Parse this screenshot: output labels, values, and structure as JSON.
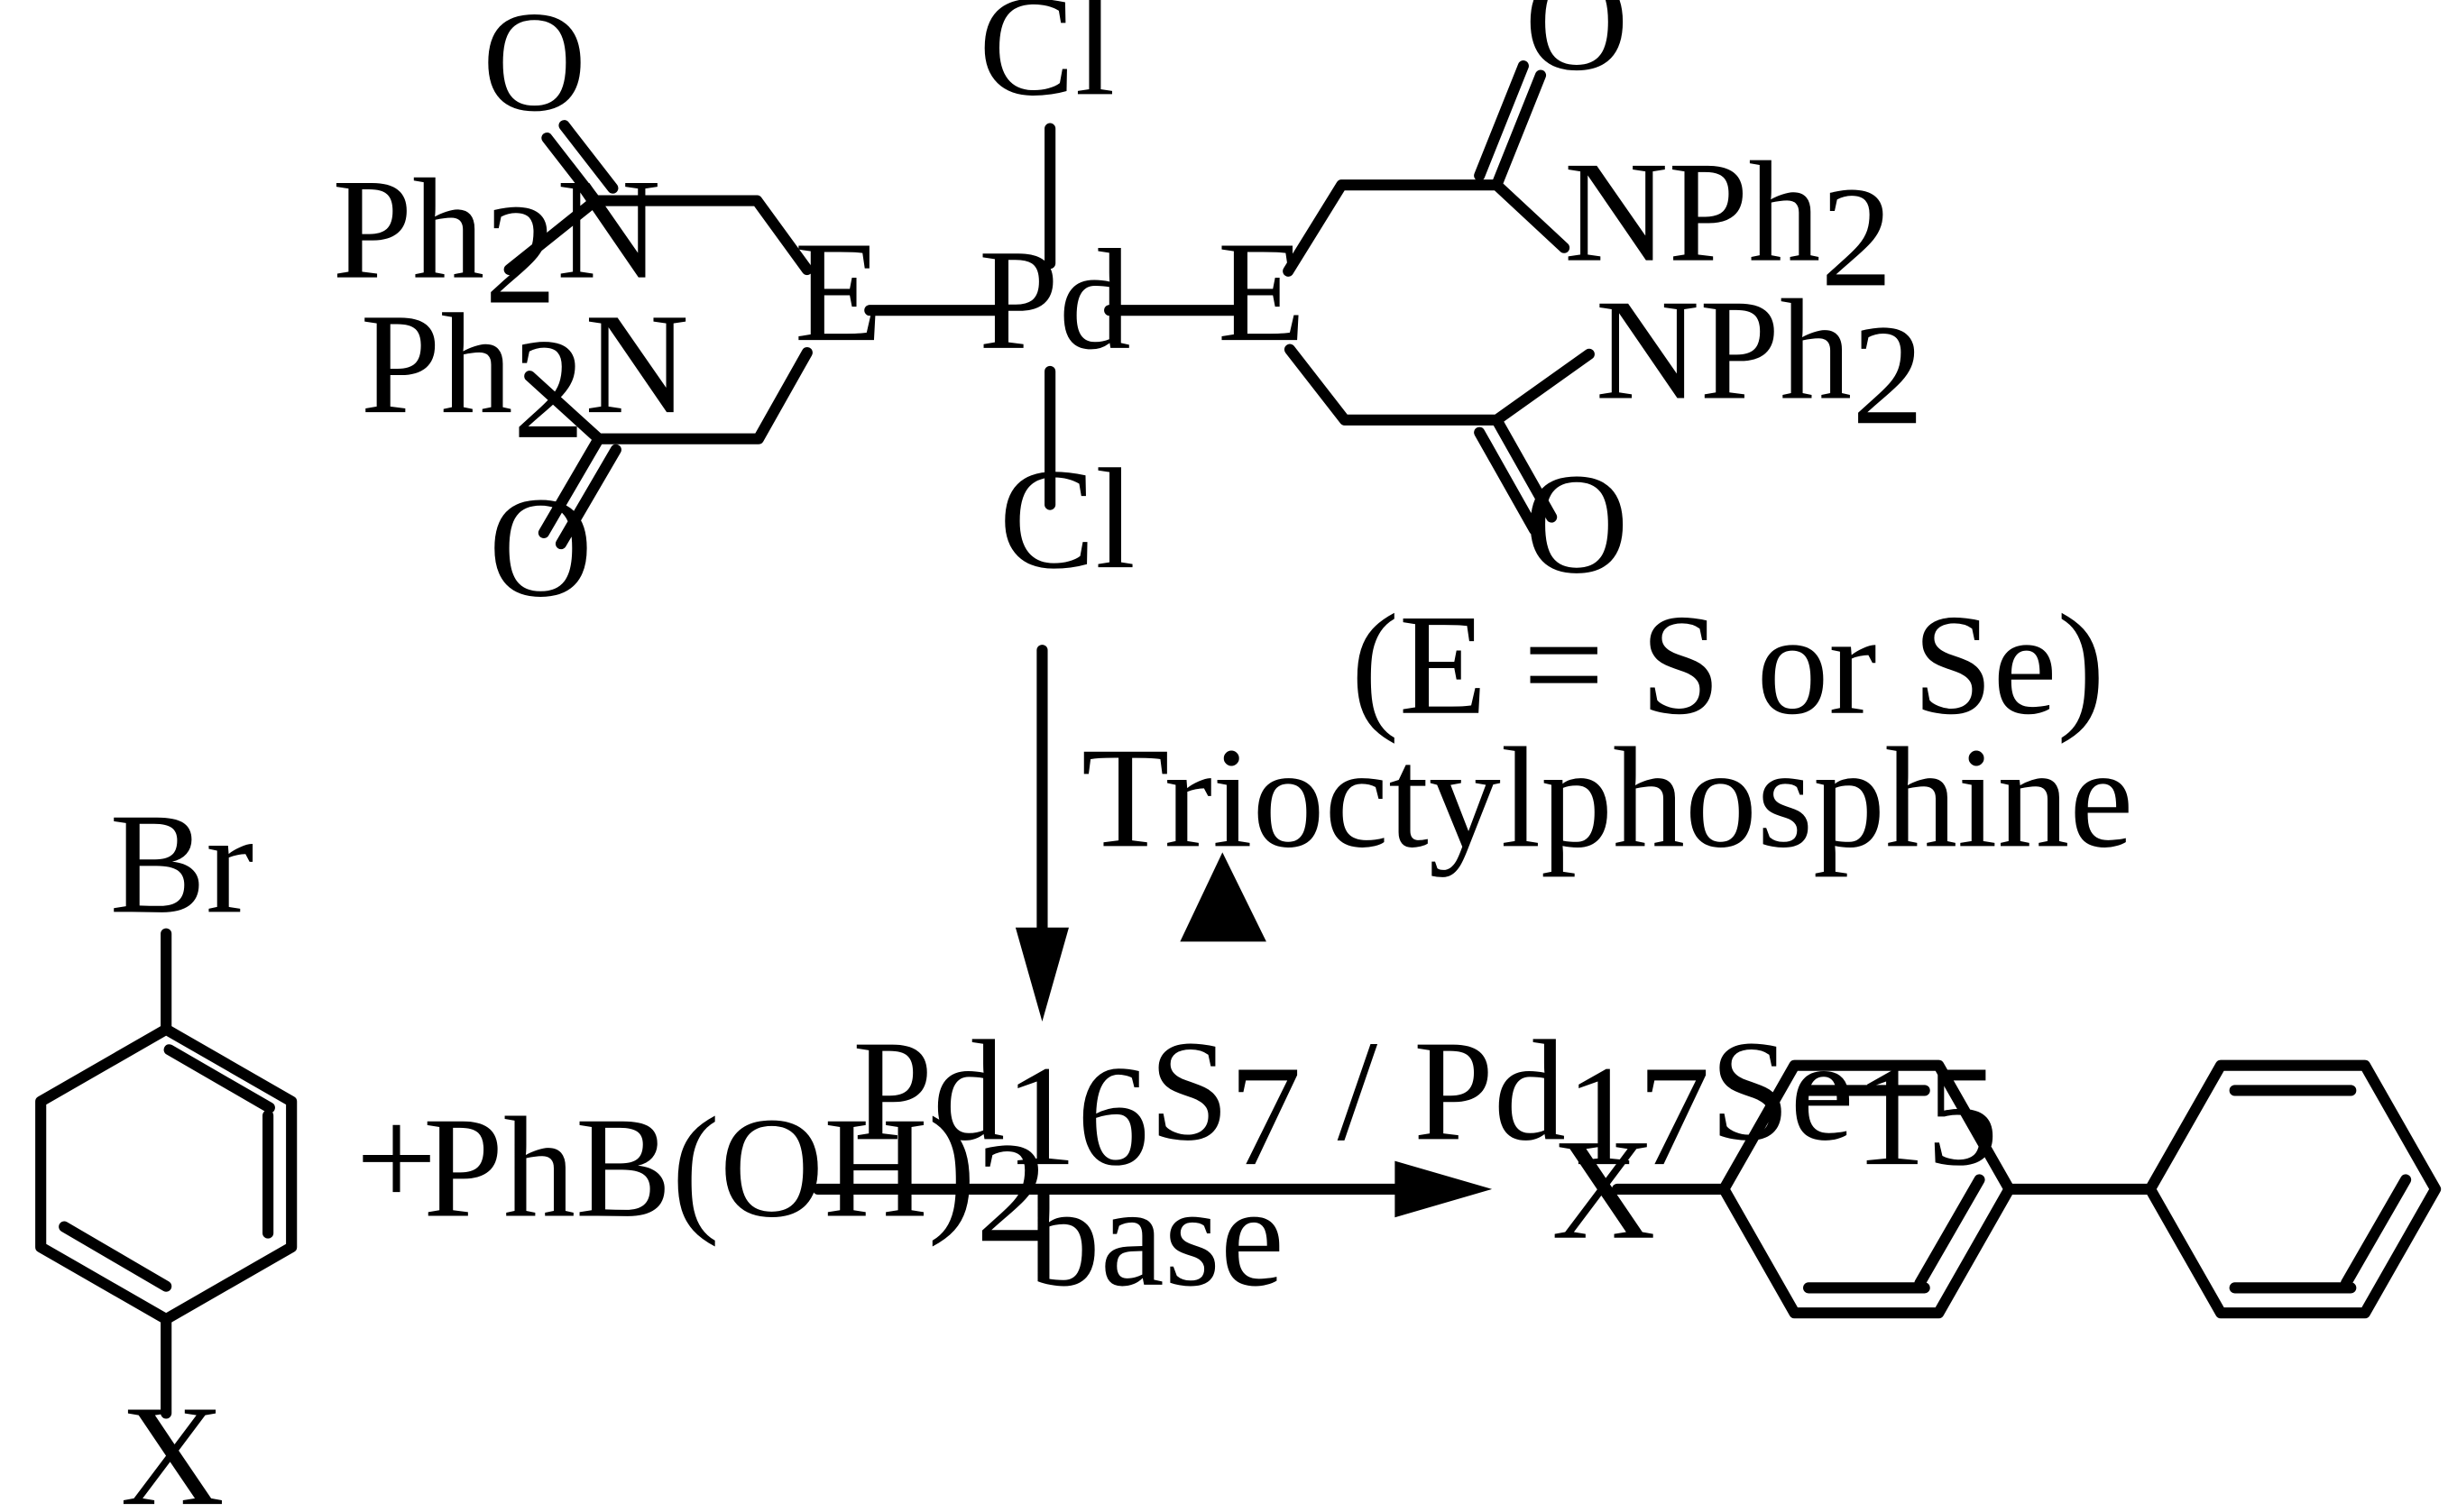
{
  "complex": {
    "cl_top": "Cl",
    "cl_bottom": "Cl",
    "pd": "Pd",
    "e_left": "E",
    "e_right": "E",
    "o": "O",
    "ph": "Ph",
    "two": "2",
    "n": "N",
    "n_ph": "NPh"
  },
  "note": "(E = S  or Se)",
  "step1": {
    "reagent": "Trioctylphosphine",
    "heat": "▲"
  },
  "reaction": {
    "reactant_br": "Br",
    "reactant_x": "X",
    "plus": "+",
    "boronic": "PhB(OH)",
    "boronic_sub": "2",
    "cat_pd1": "Pd",
    "cat_pd1_sub": "16",
    "cat_s": "S",
    "cat_s_sub": "7",
    "cat_sep": "/",
    "cat_pd2": "Pd",
    "cat_pd2_sub": "17",
    "cat_se": "Se",
    "cat_se_sub": "15",
    "base": "base",
    "product_x": "X"
  },
  "colors": {
    "ink": "#000000",
    "background": "#ffffff"
  }
}
